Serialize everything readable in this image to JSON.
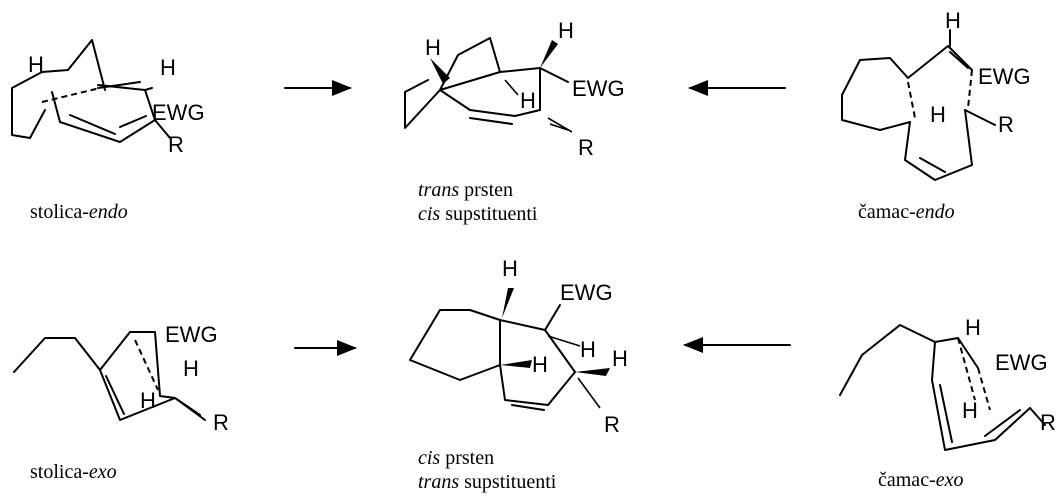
{
  "atoms": {
    "h": "H",
    "ewg": "EWG",
    "r": "R"
  },
  "captions": {
    "chair_endo": {
      "prefix": "stolica-",
      "italic": "endo"
    },
    "boat_endo": {
      "prefix": "čamac-",
      "italic": "endo"
    },
    "chair_exo": {
      "prefix": "stolica-",
      "italic": "exo"
    },
    "boat_exo": {
      "prefix": "čamac-",
      "italic": "exo"
    },
    "product_top": {
      "line1_italic": "trans",
      "line1_rest": " prsten",
      "line2_italic": "cis",
      "line2_rest": " supstituenti"
    },
    "product_bottom": {
      "line1_italic": "cis",
      "line1_rest": " prsten",
      "line2_italic": "trans",
      "line2_rest": " supstituenti"
    }
  }
}
